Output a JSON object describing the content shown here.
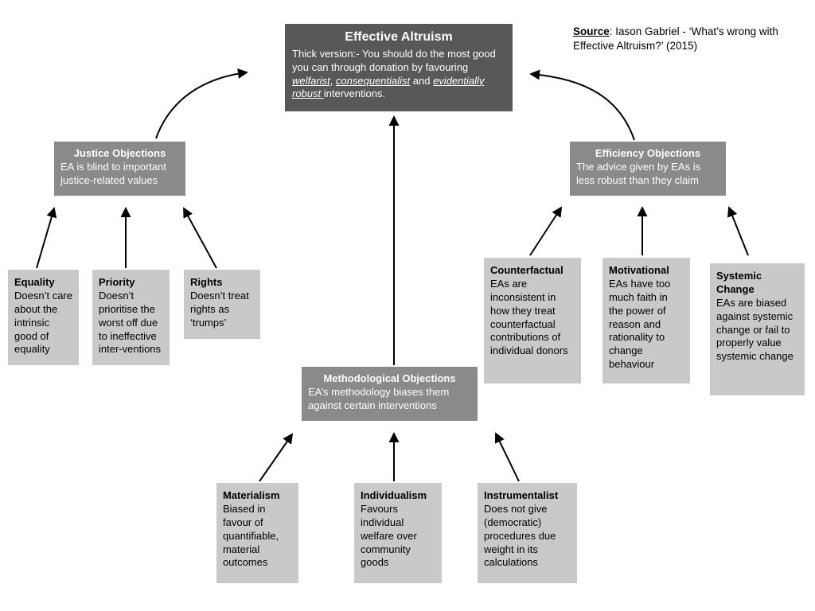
{
  "colors": {
    "canvas_bg": "#ffffff",
    "root_box_bg": "#58585a",
    "branch_box_bg": "#8a8a8a",
    "leaf_box_bg": "#c9c9c9",
    "arrow": "#000000",
    "text_on_dark": "#ffffff",
    "text_on_light": "#000000"
  },
  "source_note": {
    "label": "Source",
    "rest": ": Iason Gabriel - ‘What’s wrong with Effective Altruism?’ (2015)"
  },
  "root": {
    "title": "Effective Altruism",
    "body": {
      "seg1": "Thick version:- You should do the most good you can through donation by favouring ",
      "em1": "welfarist",
      "seg2": ", ",
      "em2": "consequentialist",
      "seg3": " and ",
      "em3": "evidentially robust ",
      "seg4": "interventions."
    }
  },
  "branches": [
    {
      "title": "Justice Objections",
      "body": "EA is blind to important justice-related values",
      "children": [
        {
          "title": "Equality",
          "body": "Doesn’t care about the intrinsic good of equality"
        },
        {
          "title": "Priority",
          "body": "Doesn’t prioritise the worst off due to ineffective inter-ventions"
        },
        {
          "title": "Rights",
          "body": "Doesn’t treat rights as ‘trumps’"
        }
      ]
    },
    {
      "title": "Efficiency Objections",
      "body": "The advice given by EAs is less robust than they claim",
      "children": [
        {
          "title": "Counterfactual",
          "body": "EAs are inconsistent in how they treat counterfactual contributions of individual donors"
        },
        {
          "title": "Motivational",
          "body": "EAs have too much faith in the power of reason and rationality to change behaviour"
        },
        {
          "title": "Systemic Change",
          "body": "EAs are biased against systemic change or fail to properly value systemic change"
        }
      ]
    },
    {
      "title": "Methodological Objections",
      "body": "EA’s methodology biases them against certain interventions",
      "children": [
        {
          "title": "Materialism",
          "body": "Biased in favour of quantifiable, material outcomes"
        },
        {
          "title": "Individualism",
          "body": "Favours individual welfare over community goods"
        },
        {
          "title": "Instrumentalist",
          "body": "Does not give (democratic) procedures due weight in its calculations"
        }
      ]
    }
  ]
}
